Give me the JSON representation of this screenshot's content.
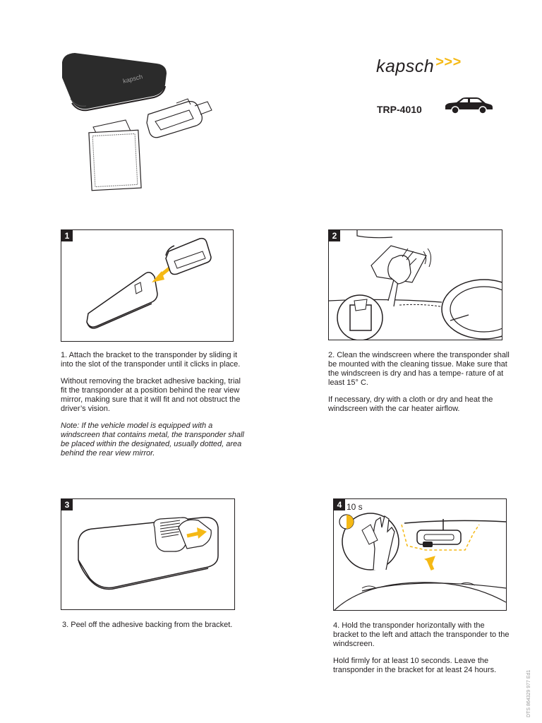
{
  "brand": {
    "name": "kapsch",
    "accent_color": "#f5b915",
    "chevrons": ">>>"
  },
  "product": {
    "model": "TRP-4010",
    "vehicle_icon": "car-icon"
  },
  "header_image": {
    "device_label": "kapsch"
  },
  "steps": [
    {
      "number": "1",
      "paragraphs": [
        "1. Attach the bracket to the transponder by sliding it into the slot of the transponder until it clicks in place.",
        "Without removing the bracket adhesive backing, trial fit the transponder at a position behind the rear view mirror, making sure that it will fit and not obstruct the driver’s vision."
      ],
      "note": "Note: If the vehicle model is equipped with a windscreen that contains metal, the transponder shall be placed within the designated, usually dotted, area behind the rear view mirror."
    },
    {
      "number": "2",
      "paragraphs": [
        "2. Clean the windscreen where the transponder shall be mounted with the cleaning tissue. Make sure that the windscreen is dry and has a tempe- rature of at least 15° C.",
        "If necessary, dry with a cloth or dry and heat the windscreen with the car heater airflow."
      ]
    },
    {
      "number": "3",
      "paragraphs": [
        "3. Peel off the adhesive backing from the bracket."
      ]
    },
    {
      "number": "4",
      "timer_label": "10 s",
      "paragraphs": [
        "4. Hold the transponder horizontally with the bracket to the left and attach the transponder to the windscreen.",
        "Hold firmly for at least 10 seconds. Leave the transponder in the bracket for at least 24 hours."
      ]
    }
  ],
  "footer": {
    "doc_id": "DTS 864329 977  Ed1"
  }
}
